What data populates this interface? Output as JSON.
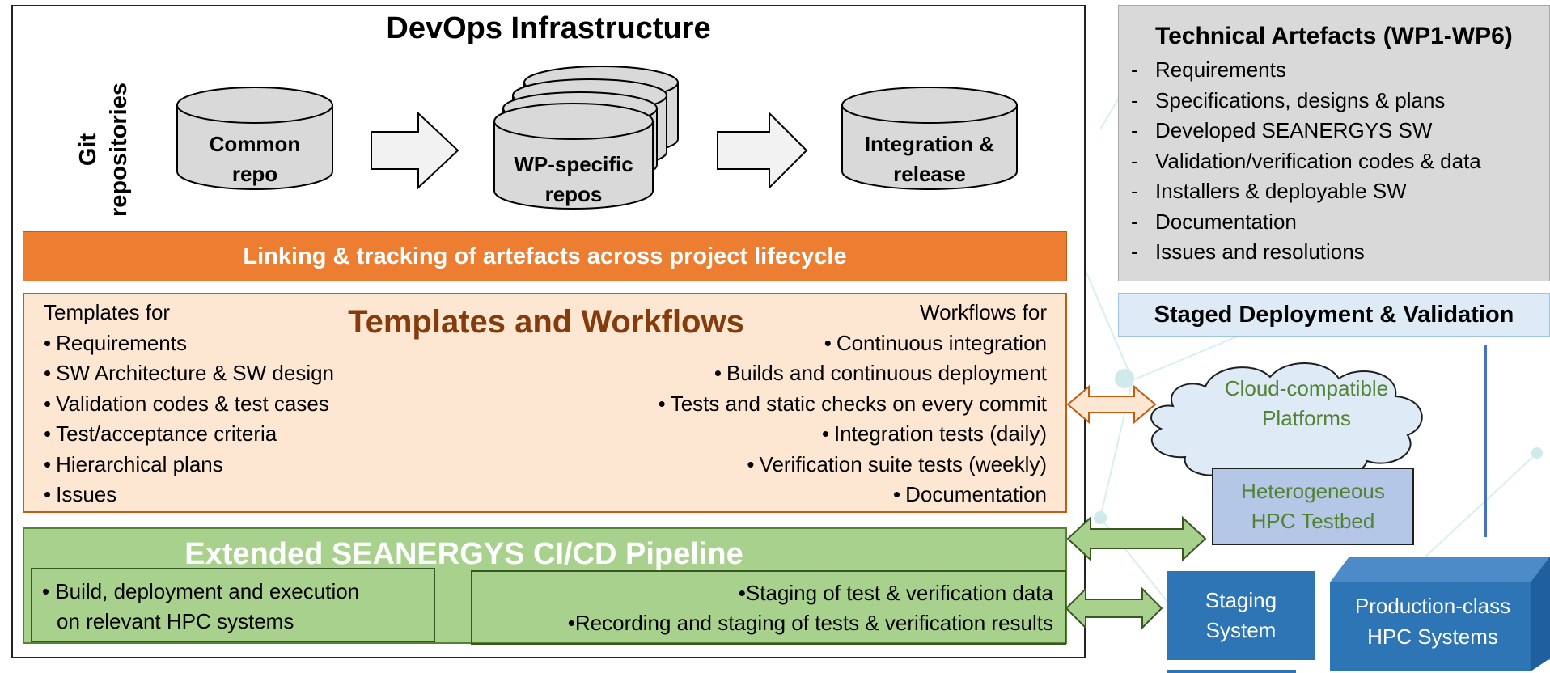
{
  "devops": {
    "title": "DevOps Infrastructure",
    "git_label_line1": "Git",
    "git_label_line2": "repositories",
    "common_repo_line1": "Common",
    "common_repo_line2": "repo",
    "wp_repos_line1": "WP-specific",
    "wp_repos_line2": "repos",
    "integration_line1": "Integration &",
    "integration_line2": "release"
  },
  "linking_band": "Linking & tracking of artefacts across project lifecycle",
  "templates_workflows": {
    "title": "Templates and Workflows",
    "templates_heading": "Templates for",
    "templates": [
      "Requirements",
      "SW Architecture & SW design",
      "Validation codes & test cases",
      "Test/acceptance  criteria",
      "Hierarchical plans",
      "Issues"
    ],
    "workflows_heading": "Workflows for",
    "workflows": [
      "Continuous integration",
      "Builds and continuous deployment",
      "Tests and static checks on every commit",
      "Integration tests (daily)",
      "Verification suite tests (weekly)",
      "Documentation"
    ]
  },
  "pipeline": {
    "title": "Extended SEANERGYS CI/CD Pipeline",
    "left_line1": "Build, deployment and execution",
    "left_line2": "on relevant HPC systems",
    "right_item1": "Staging of test & verification data",
    "right_item2": "Recording and staging of tests & verification results"
  },
  "technical_artefacts": {
    "title": "Technical Artefacts (WP1-WP6)",
    "items": [
      "Requirements",
      "Specifications, designs & plans",
      "Developed SEANERGYS SW",
      "Validation/verification codes & data",
      "Installers & deployable SW",
      "Documentation",
      "Issues and resolutions"
    ]
  },
  "staged": {
    "title": "Staged Deployment & Validation",
    "cloud_line1": "Cloud-compatible",
    "cloud_line2": "Platforms",
    "testbed_line1": "Heterogeneous",
    "testbed_line2": "HPC Testbed",
    "staging_line1": "Staging",
    "staging_line2": "System",
    "production_line1": "Production-class",
    "production_line2": "HPC Systems"
  },
  "colors": {
    "orange": "#ed7d31",
    "peach": "#fde7d3",
    "brown_title": "#843c0c",
    "green": "#a9d18e",
    "green_text": "#548235",
    "blue": "#2e75b6",
    "light_blue": "#b4c7e7",
    "grey": "#d9d9d9"
  }
}
